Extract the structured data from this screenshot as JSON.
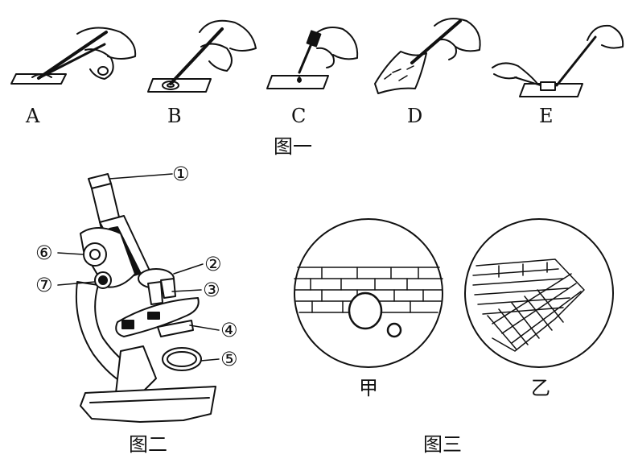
{
  "figure1": {
    "step_labels": [
      "A",
      "B",
      "C",
      "D",
      "E"
    ],
    "caption": "图一"
  },
  "figure2": {
    "part_labels": [
      "①",
      "②",
      "③",
      "④",
      "⑤",
      "⑥",
      "⑦"
    ],
    "caption": "图二"
  },
  "figure3": {
    "view_labels": [
      "甲",
      "乙"
    ],
    "caption": "图三"
  }
}
